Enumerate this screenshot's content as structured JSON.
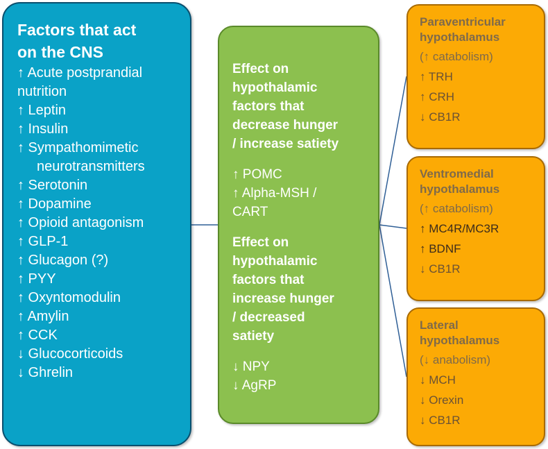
{
  "left_box": {
    "title_line1": "Factors that act",
    "title_line2": "on the CNS",
    "items": [
      "↑ Acute postprandial",
      "nutrition",
      "↑ Leptin",
      "↑ Insulin",
      "↑ Sympathomimetic",
      "neurotransmitters",
      "↑ Serotonin",
      "↑ Dopamine",
      "↑ Opioid antagonism",
      "↑ GLP-1",
      "↑ Glucagon (?)",
      "↑ PYY",
      "↑ Oxyntomodulin",
      "↑ Amylin",
      "↑ CCK",
      "↓ Glucocorticoids",
      "↓ Ghrelin"
    ]
  },
  "middle_box": {
    "section1_heading": [
      "Effect on",
      "hypothalamic",
      "factors that",
      "decrease hunger",
      "/ increase satiety"
    ],
    "section1_items": [
      "↑ POMC",
      "↑ Alpha-MSH /",
      "CART"
    ],
    "section2_heading": [
      "Effect on",
      "hypothalamic",
      "factors that",
      "increase hunger",
      "/ decreased",
      "satiety"
    ],
    "section2_items": [
      "↓ NPY",
      "↓ AgRP"
    ]
  },
  "right_boxes": [
    {
      "title_line1": "Paraventricular",
      "title_line2": "hypothalamus",
      "subtitle": "(↑ catabolism)",
      "items": [
        "↑ TRH",
        "↑ CRH",
        "↓ CB1R"
      ]
    },
    {
      "title_line1": "Ventromedial",
      "title_line2": "hypothalamus",
      "subtitle": "(↑ catabolism)",
      "items": [
        "↑ MC4R/MC3R",
        "↑ BDNF",
        "↓ CB1R"
      ]
    },
    {
      "title_line1": "Lateral",
      "title_line2": "hypothalamus",
      "subtitle": "(↓ anabolism)",
      "items": [
        "↓ MCH",
        "↓ Orexin",
        "↓ CB1R"
      ]
    }
  ],
  "colors": {
    "left_fill": "#0aa2c7",
    "middle_fill": "#8cc04f",
    "right_fill": "#fcaa05",
    "connector": "#2f5f96"
  }
}
